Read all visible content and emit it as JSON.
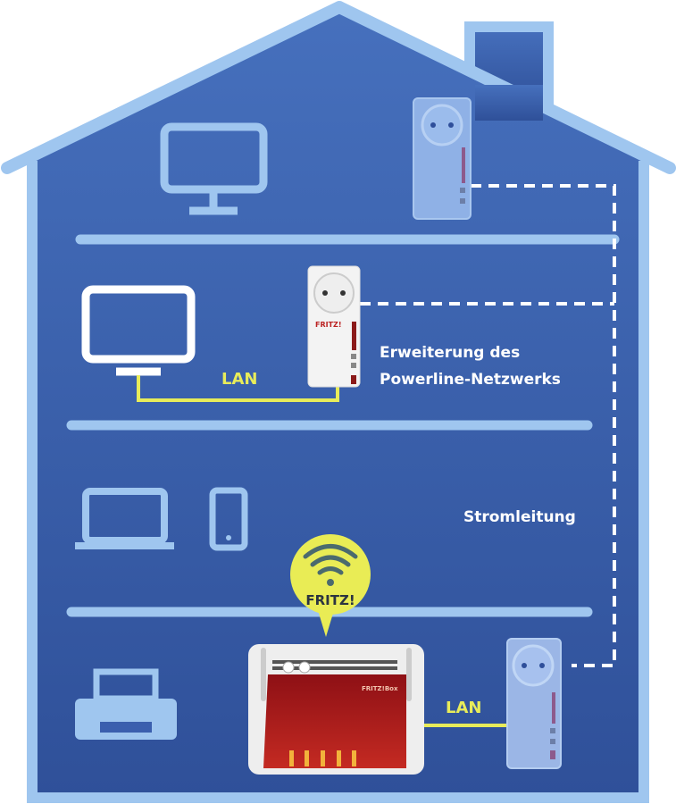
{
  "labels": {
    "extension_line1": "Erweiterung des",
    "extension_line2": "Powerline-Netzwerks",
    "power_line": "Stromleitung",
    "lan_upper": "LAN",
    "lan_lower": "LAN",
    "wifi_brand": "FRITZ!"
  },
  "colors": {
    "background": "#3d62b0",
    "outline": "#9fc6ef",
    "lan_cable": "#e8ec5a",
    "router_red": "#a8171c",
    "wifi_bubble": "#e9ec55"
  },
  "icons": [
    "house",
    "monitor",
    "tv",
    "laptop",
    "smartphone",
    "printer",
    "powerline-adapter",
    "router",
    "wifi"
  ]
}
